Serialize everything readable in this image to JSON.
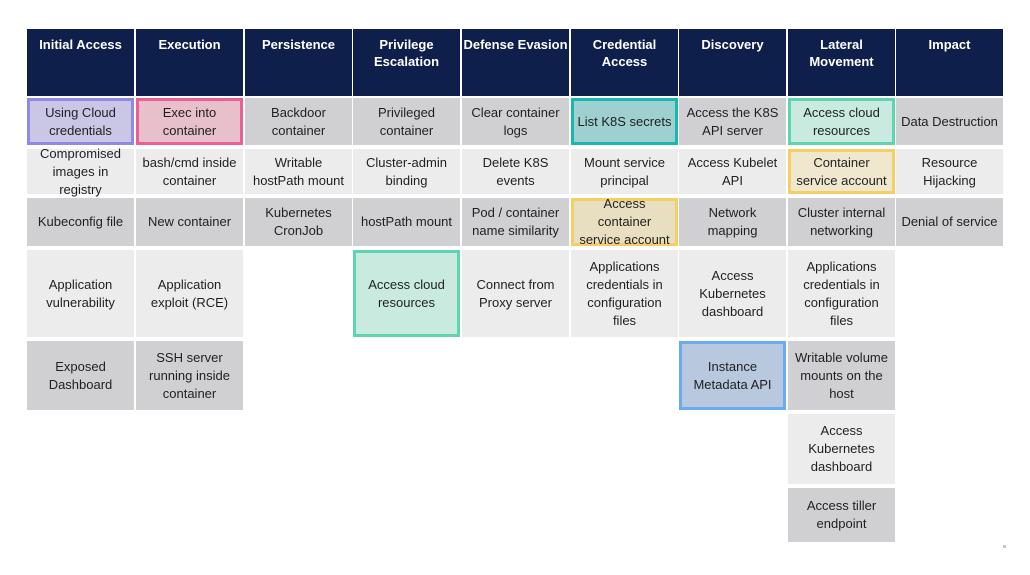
{
  "columns": [
    {
      "header": "Initial Access",
      "cells": [
        {
          "text": "Using Cloud credentials",
          "tint": "#c9c6e6",
          "border": "#8f8ae6"
        },
        {
          "text": "Compromised images in registry"
        },
        {
          "text": "Kubeconfig file"
        },
        {
          "text": "Application vulnerability"
        },
        {
          "text": "Exposed Dashboard"
        }
      ]
    },
    {
      "header": "Execution",
      "cells": [
        {
          "text": "Exec into container",
          "tint": "#e8c0cb",
          "border": "#ec5f94"
        },
        {
          "text": "bash/cmd inside container"
        },
        {
          "text": "New container"
        },
        {
          "text": "Application exploit (RCE)"
        },
        {
          "text": "SSH server running inside container"
        }
      ]
    },
    {
      "header": "Persistence",
      "cells": [
        {
          "text": "Backdoor container"
        },
        {
          "text": "Writable hostPath mount"
        },
        {
          "text": "Kubernetes CronJob"
        }
      ]
    },
    {
      "header": "Privilege Escalation",
      "cells": [
        {
          "text": "Privileged container"
        },
        {
          "text": "Cluster-admin binding"
        },
        {
          "text": "hostPath mount"
        },
        {
          "text": "Access cloud resources",
          "tint": "#c9eadf",
          "border": "#5fd4b0"
        }
      ]
    },
    {
      "header": "Defense Evasion",
      "cells": [
        {
          "text": "Clear container logs"
        },
        {
          "text": "Delete K8S events"
        },
        {
          "text": "Pod / container name similarity"
        },
        {
          "text": "Connect from Proxy server"
        }
      ]
    },
    {
      "header": "Credential Access",
      "cells": [
        {
          "text": "List K8S secrets",
          "tint": "#9fd0d0",
          "border": "#18b8b0"
        },
        {
          "text": "Mount service principal"
        },
        {
          "text": "Access container service account",
          "tint": "#e8dfc1",
          "border": "#f5cf66"
        },
        {
          "text": "Applications credentials in configuration files"
        }
      ]
    },
    {
      "header": "Discovery",
      "cells": [
        {
          "text": "Access the K8S API server"
        },
        {
          "text": "Access Kubelet API"
        },
        {
          "text": "Network mapping"
        },
        {
          "text": "Access Kubernetes dashboard"
        },
        {
          "text": "Instance Metadata API",
          "tint": "#b7c8df",
          "border": "#6aaaf0"
        }
      ]
    },
    {
      "header": "Lateral Movement",
      "cells": [
        {
          "text": "Access cloud resources",
          "tint": "#c9eadf",
          "border": "#5fd4b0"
        },
        {
          "text": "Container service account",
          "tint": "#efe8cf",
          "border": "#f5cf66"
        },
        {
          "text": "Cluster internal networking"
        },
        {
          "text": "Applications credentials in configuration files"
        },
        {
          "text": "Writable volume mounts on the host"
        },
        {
          "text": "Access Kubernetes dashboard"
        },
        {
          "text": "Access tiller endpoint"
        }
      ]
    },
    {
      "header": "Impact",
      "cells": [
        {
          "text": "Data Destruction"
        },
        {
          "text": "Resource Hijacking"
        },
        {
          "text": "Denial of service"
        }
      ]
    }
  ],
  "colors": {
    "header_bg": "#0f1f4b",
    "header_text": "#ffffff",
    "cell_dark": "#d0d0d2",
    "cell_light": "#ececed"
  }
}
